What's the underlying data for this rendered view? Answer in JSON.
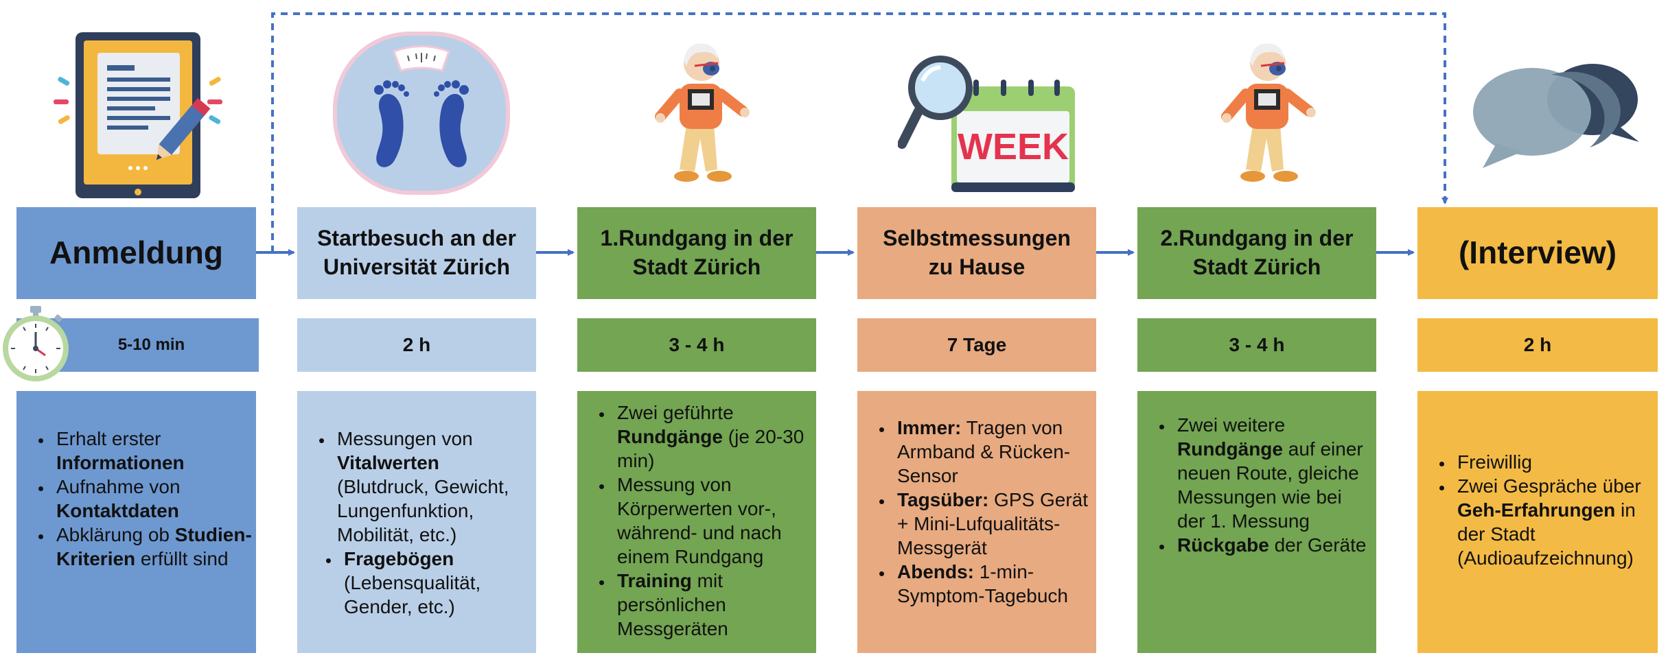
{
  "colors": {
    "blue": "#6e98d0",
    "lightblue": "#b9cfe7",
    "green": "#73a552",
    "orange": "#e8aa80",
    "yellow": "#f3ba45",
    "connector": "#4472c4"
  },
  "steps": [
    {
      "title": "Anmeldung",
      "duration": "5-10 min",
      "items": [
        [
          "Erhalt erster ",
          "Informationen",
          ""
        ],
        [
          "Aufnahme von ",
          "Kontaktdaten",
          ""
        ],
        [
          "Abklärung ob ",
          "Studien-Kriterien",
          " erfüllt sind"
        ]
      ]
    },
    {
      "title_line1": "Startbesuch an der",
      "title_line2": "Universität Zürich",
      "duration": "2 h",
      "items": [
        [
          "Messungen von ",
          "Vitalwerten",
          " (Blutdruck, Gewicht, Lungenfunktion, Mobilität, etc.)"
        ],
        [
          "",
          "Fragebögen",
          " (Lebensqualität, Gender, etc.)"
        ]
      ]
    },
    {
      "title_line1": "1.Rundgang in der",
      "title_line2": "Stadt Zürich",
      "duration": "3 - 4 h",
      "items": [
        [
          "Zwei geführte ",
          "Rundgänge",
          " (je 20-30 min)"
        ],
        [
          "Messung von Körperwerten vor-, während- und nach einem Rundgang",
          "",
          ""
        ],
        [
          "",
          "Training",
          " mit persönlichen Messgeräten"
        ]
      ]
    },
    {
      "title_line1": "Selbstmessungen",
      "title_line2": "zu Hause",
      "duration": "7 Tage",
      "items": [
        [
          "",
          "Immer:",
          " Tragen von Armband & Rücken-Sensor"
        ],
        [
          "",
          "Tagsüber:",
          " GPS Gerät + Mini-Lufqualitäts-Messgerät"
        ],
        [
          "",
          "Abends:",
          " 1-min-Symptom-Tagebuch"
        ]
      ]
    },
    {
      "title_line1": "2.Rundgang in der",
      "title_line2": "Stadt Zürich",
      "duration": "3 - 4 h",
      "items": [
        [
          "Zwei weitere ",
          "Rundgänge",
          " auf einer neuen Route, gleiche Messungen wie bei der 1. Messung"
        ],
        [
          "",
          "Rückgabe",
          " der Geräte"
        ]
      ]
    },
    {
      "title": "(Interview)",
      "duration": "2 h",
      "items": [
        [
          "Freiwillig",
          "",
          ""
        ],
        [
          "Zwei Gespräche über ",
          "Geh-Erfahrungen",
          " in der Stadt (Audioaufzeichnung)"
        ]
      ]
    }
  ],
  "icons": {
    "tablet": "tablet-document-icon",
    "scale": "body-scale-icon",
    "walker": "walking-senior-mask-icon",
    "calendar": "magnifier-calendar-icon",
    "calendar_text": "WEEK",
    "chat": "speech-bubbles-icon",
    "stopwatch": "stopwatch-icon"
  }
}
